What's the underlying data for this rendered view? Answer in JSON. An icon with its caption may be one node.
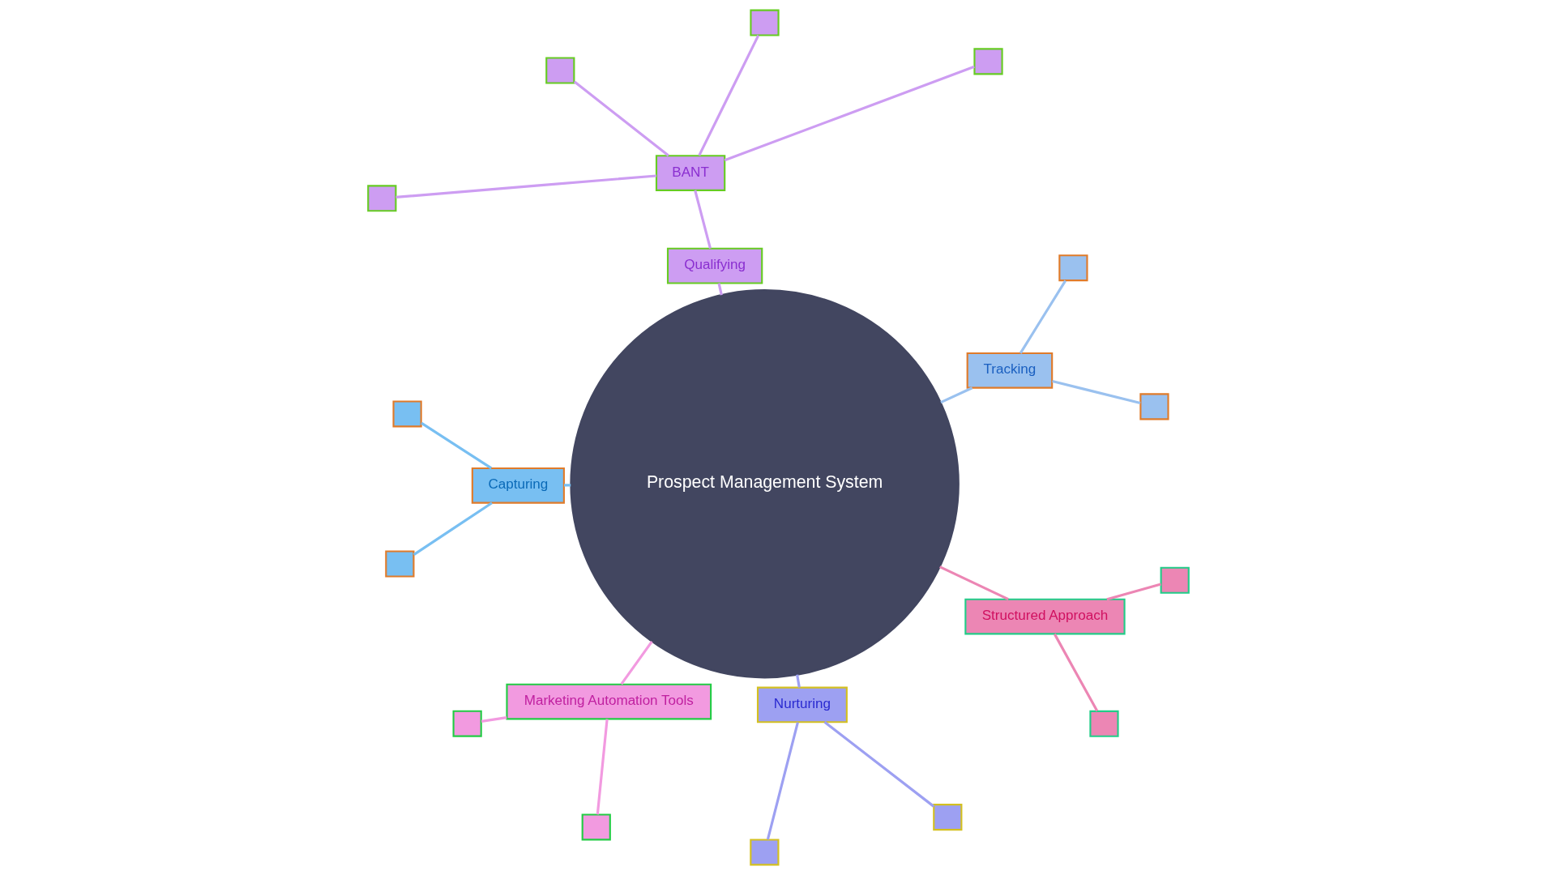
{
  "diagram": {
    "nodes": [
      {
        "text": [
          "Prospect Management System"
        ]
      },
      {
        "text": [
          "Tracking"
        ]
      },
      {
        "text": [
          "Qualifying"
        ]
      },
      {
        "text": [
          "BANT"
        ]
      },
      {
        "text": [
          "Capturing"
        ]
      },
      {
        "text": [
          "Marketing Automation Tools"
        ]
      },
      {
        "text": [
          "Nurturing"
        ]
      },
      {
        "text": [
          "Structured Approach"
        ]
      },
      {
        "text": [],
        "shape": "box"
      },
      {
        "text": [],
        "shape": "box"
      },
      {
        "text": [],
        "shape": "box"
      },
      {
        "text": [],
        "shape": "box"
      },
      {
        "text": [],
        "shape": "box"
      },
      {
        "text": [],
        "shape": "box"
      },
      {
        "text": [],
        "shape": "box"
      },
      {
        "text": [],
        "shape": "box"
      },
      {
        "text": [],
        "shape": "box"
      },
      {
        "text": [],
        "shape": "box"
      },
      {
        "text": [],
        "shape": "box"
      },
      {
        "text": [],
        "shape": "box"
      },
      {
        "text": [],
        "shape": "box"
      },
      {
        "text": [],
        "shape": "box"
      }
    ],
    "edges": [
      {
        "from": 0,
        "to": 1,
        "arrow": "none",
        "color": "#9ac1ef"
      },
      {
        "from": 0,
        "to": 2,
        "arrow": "none",
        "color": "#cd9df2"
      },
      {
        "from": 0,
        "to": 4,
        "arrow": "none",
        "color": "#78bff2"
      },
      {
        "from": 0,
        "to": 5,
        "arrow": "none",
        "color": "#f29ae0"
      },
      {
        "from": 0,
        "to": 6,
        "arrow": "none",
        "color": "#9da0f2"
      },
      {
        "from": 0,
        "to": 7,
        "arrow": "none",
        "color": "#ec86b4"
      },
      {
        "from": 1,
        "to": 8,
        "arrow": "none",
        "color": "#9ac1ef"
      },
      {
        "from": 1,
        "to": 9,
        "arrow": "none",
        "color": "#9ac1ef"
      },
      {
        "from": 2,
        "to": 3,
        "arrow": "none",
        "color": "#cd9df2"
      },
      {
        "from": 3,
        "to": 10,
        "arrow": "none",
        "color": "#cd9df2"
      },
      {
        "from": 3,
        "to": 11,
        "arrow": "none",
        "color": "#cd9df2"
      },
      {
        "from": 3,
        "to": 12,
        "arrow": "none",
        "color": "#cd9df2"
      },
      {
        "from": 3,
        "to": 13,
        "arrow": "none",
        "color": "#cd9df2"
      },
      {
        "from": 4,
        "to": 14,
        "arrow": "none",
        "color": "#78bff2"
      },
      {
        "from": 4,
        "to": 15,
        "arrow": "none",
        "color": "#78bff2"
      },
      {
        "from": 5,
        "to": 16,
        "arrow": "none",
        "color": "#f29ae0"
      },
      {
        "from": 5,
        "to": 17,
        "arrow": "none",
        "color": "#f29ae0"
      },
      {
        "from": 6,
        "to": 18,
        "arrow": "none",
        "color": "#9da0f2"
      },
      {
        "from": 6,
        "to": 19,
        "arrow": "none",
        "color": "#9da0f2"
      },
      {
        "from": 7,
        "to": 20,
        "arrow": "none",
        "color": "#ec86b4"
      },
      {
        "from": 7,
        "to": 21,
        "arrow": "none",
        "color": "#ec86b4"
      }
    ]
  }
}
